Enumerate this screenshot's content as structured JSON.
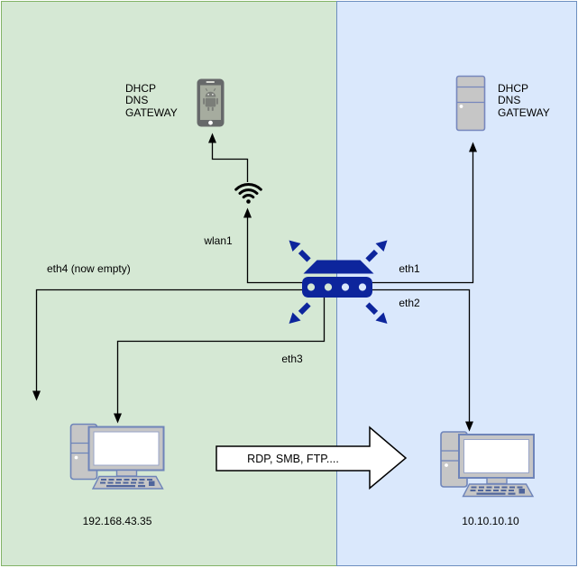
{
  "diagram": {
    "zones": {
      "lan": {
        "name": "lan-green-zone",
        "fill": "#d5e8d4",
        "stroke": "#82b366"
      },
      "wan": {
        "name": "wan-blue-zone",
        "fill": "#dae8fc",
        "stroke": "#6c8ebf"
      }
    },
    "router": {
      "icon": "router-switch-icon",
      "color": "#0d259c"
    },
    "line_color": "#000000",
    "devices": {
      "phone": {
        "icon": "android-phone-icon",
        "caption": "DHCP\nDNS\nGATEWAY"
      },
      "server": {
        "icon": "server-icon",
        "caption": "DHCP\nDNS\nGATEWAY"
      },
      "pc_lan": {
        "icon": "desktop-pc-icon",
        "ip": "192.168.43.35"
      },
      "pc_wan": {
        "icon": "desktop-pc-icon",
        "ip": "10.10.10.10"
      }
    },
    "interfaces": {
      "wlan1": "wlan1",
      "eth1": "eth1",
      "eth2": "eth2",
      "eth3": "eth3",
      "eth4": "eth4 (now empty)"
    },
    "flow": {
      "label": "RDP, SMB, FTP....",
      "fill": "#ffffff",
      "stroke": "#000000"
    }
  }
}
